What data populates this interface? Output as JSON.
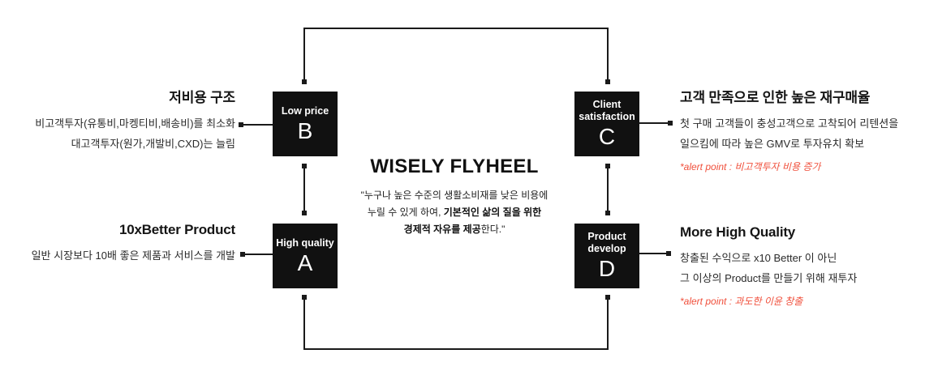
{
  "center": {
    "title": "WISELY FLYHEEL",
    "quote": {
      "line1": "\"누구나 높은 수준의 생활소비재를 낮은 비용에",
      "line2_regular": "누릴 수 있게 하여, ",
      "line2_bold": "기본적인 삶의 질을 위한",
      "line3_bold": "경제적 자유를 제공",
      "line3_regular": "한다.\""
    }
  },
  "boxes": {
    "low_price": {
      "label": "Low price",
      "letter": "B"
    },
    "client_satisfaction": {
      "label": "Client satisfaction",
      "letter": "C"
    },
    "high_quality": {
      "label": "High quality",
      "letter": "A"
    },
    "product_develop": {
      "label": "Product develop",
      "letter": "D"
    }
  },
  "annotations": {
    "low_cost": {
      "title": "저비용 구조",
      "line1": "비고객투자(유통비,마켕티비,배송비)를 최소화",
      "line2": "대고객투자(원가,개발비,CXD)는 늘림"
    },
    "better_product": {
      "title": "10xBetter Product",
      "line1": "일반 시장보다 10배 좋은 제품과 서비스를 개발"
    },
    "repurchase": {
      "title": "고객 만족으로 인한 높은 재구매율",
      "line1": "첫 구매 고객들이 충성고객으로 고착되어 리텐션을",
      "line2": "일으킴에 따라 높은 GMV로 투자유치 확보",
      "alert": "*alert point : 비고객투자 비용 증가"
    },
    "more_high_quality": {
      "title": "More High Quality",
      "line1": "창출된 수익으로 x10 Better 이 아닌",
      "line2": "그 이상의 Product를 만들기 위해 재투자",
      "alert": "*alert point : 과도한 이윤 창출"
    }
  },
  "colors": {
    "box_background": "#111111",
    "connector_line": "#1a1a1a",
    "alert_text": "#f0503c",
    "body_text": "#2a2a2a"
  }
}
